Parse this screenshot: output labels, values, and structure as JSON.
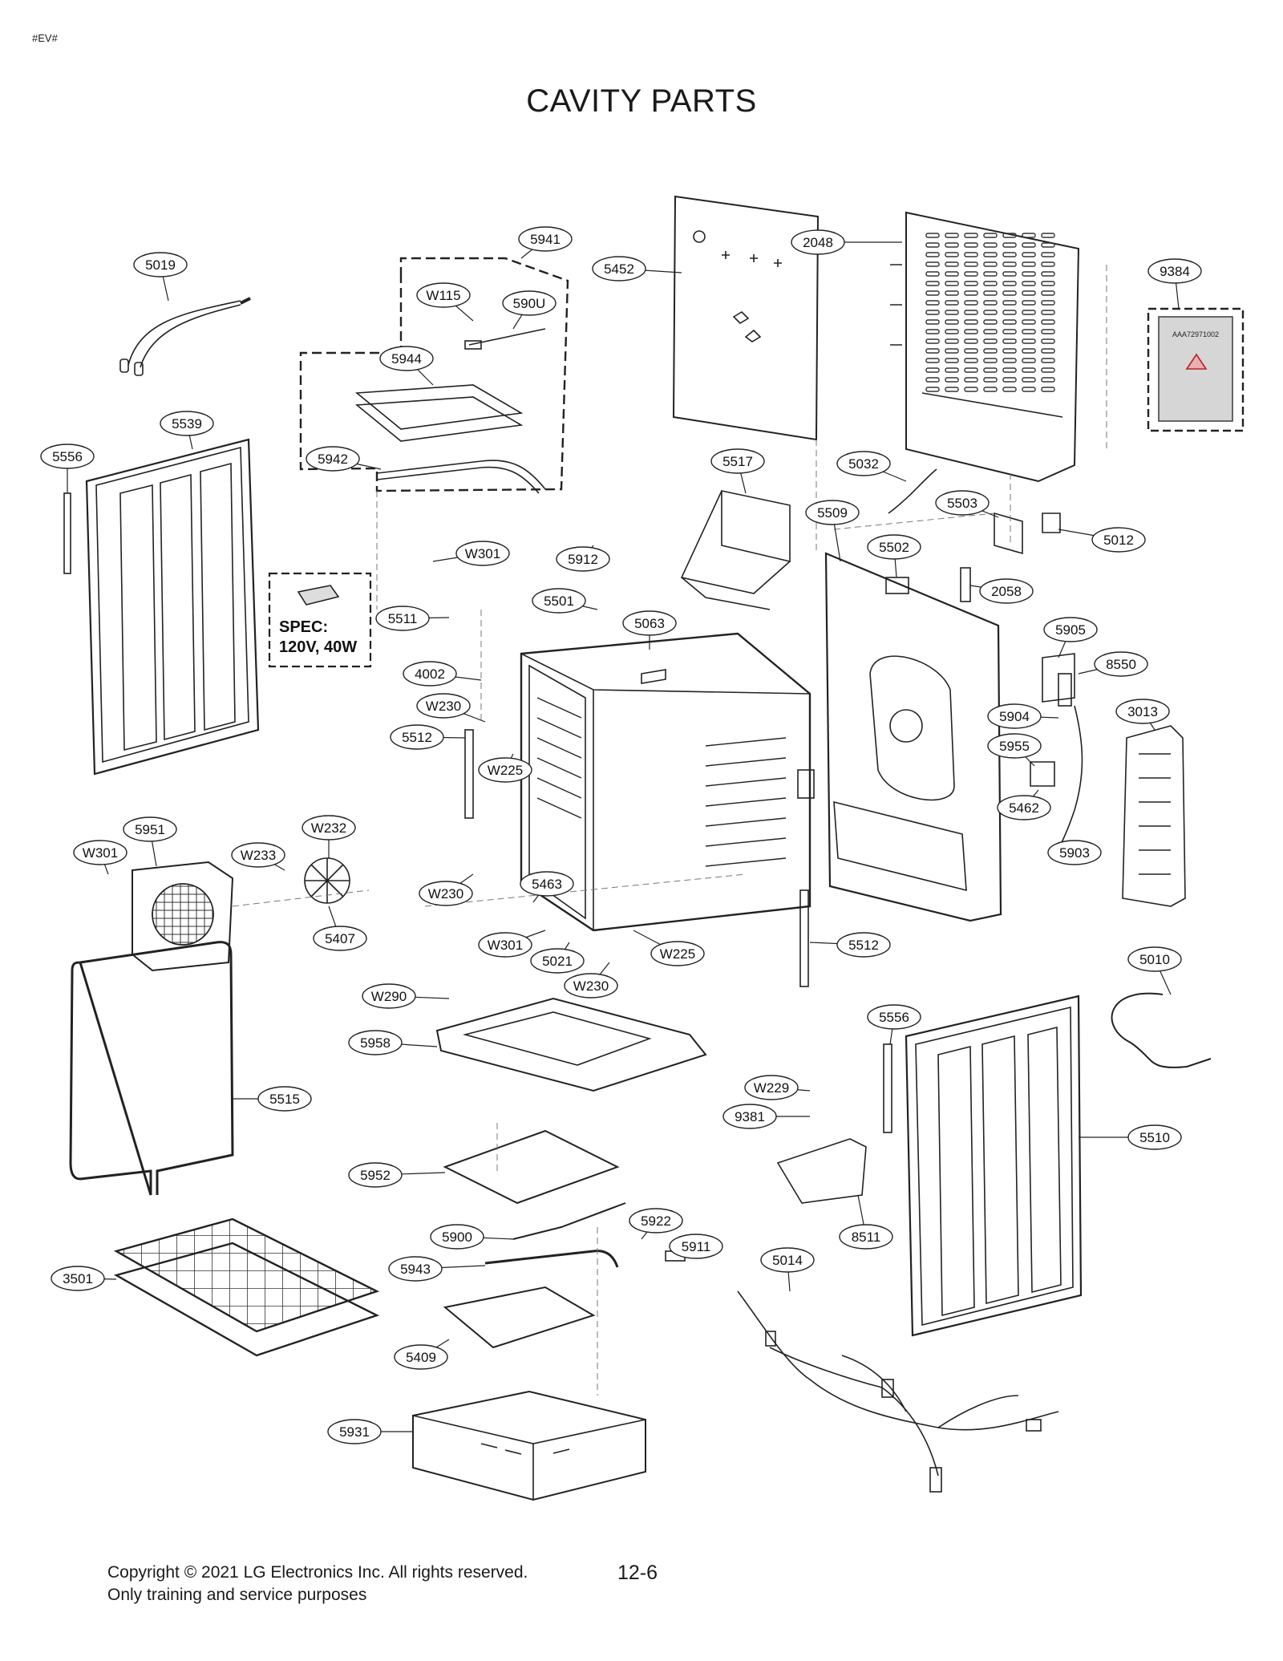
{
  "header": {
    "doc_code": "#EV#",
    "title": "CAVITY PARTS"
  },
  "spec_box": {
    "line1": "SPEC:",
    "line2": "120V, 40W"
  },
  "callouts": [
    "5019",
    "5941",
    "W115",
    "590U",
    "5944",
    "5942",
    "W301",
    "5452",
    "2048",
    "9384",
    "5539",
    "5556",
    "5517",
    "5032",
    "5503",
    "5012",
    "5509",
    "5502",
    "2058",
    "5912",
    "5501",
    "5063",
    "5511",
    "4002",
    "W230",
    "5512",
    "W225",
    "5905",
    "8550",
    "3013",
    "5904",
    "5955",
    "5462",
    "5903",
    "5951",
    "W301",
    "W232",
    "W233",
    "W230",
    "5463",
    "5407",
    "W301",
    "5021",
    "W230",
    "W225",
    "5512",
    "5010",
    "W290",
    "5958",
    "5556",
    "5515",
    "W229",
    "9381",
    "5510",
    "5952",
    "8511",
    "5922",
    "5900",
    "5911",
    "5943",
    "5014",
    "3501",
    "5409",
    "5931"
  ],
  "sticker_text": "AAA72971002",
  "footer": {
    "copyright": "Copyright © 2021 LG Electronics Inc. All rights reserved.",
    "note": "Only training and service purposes",
    "page_number": "12-6"
  }
}
